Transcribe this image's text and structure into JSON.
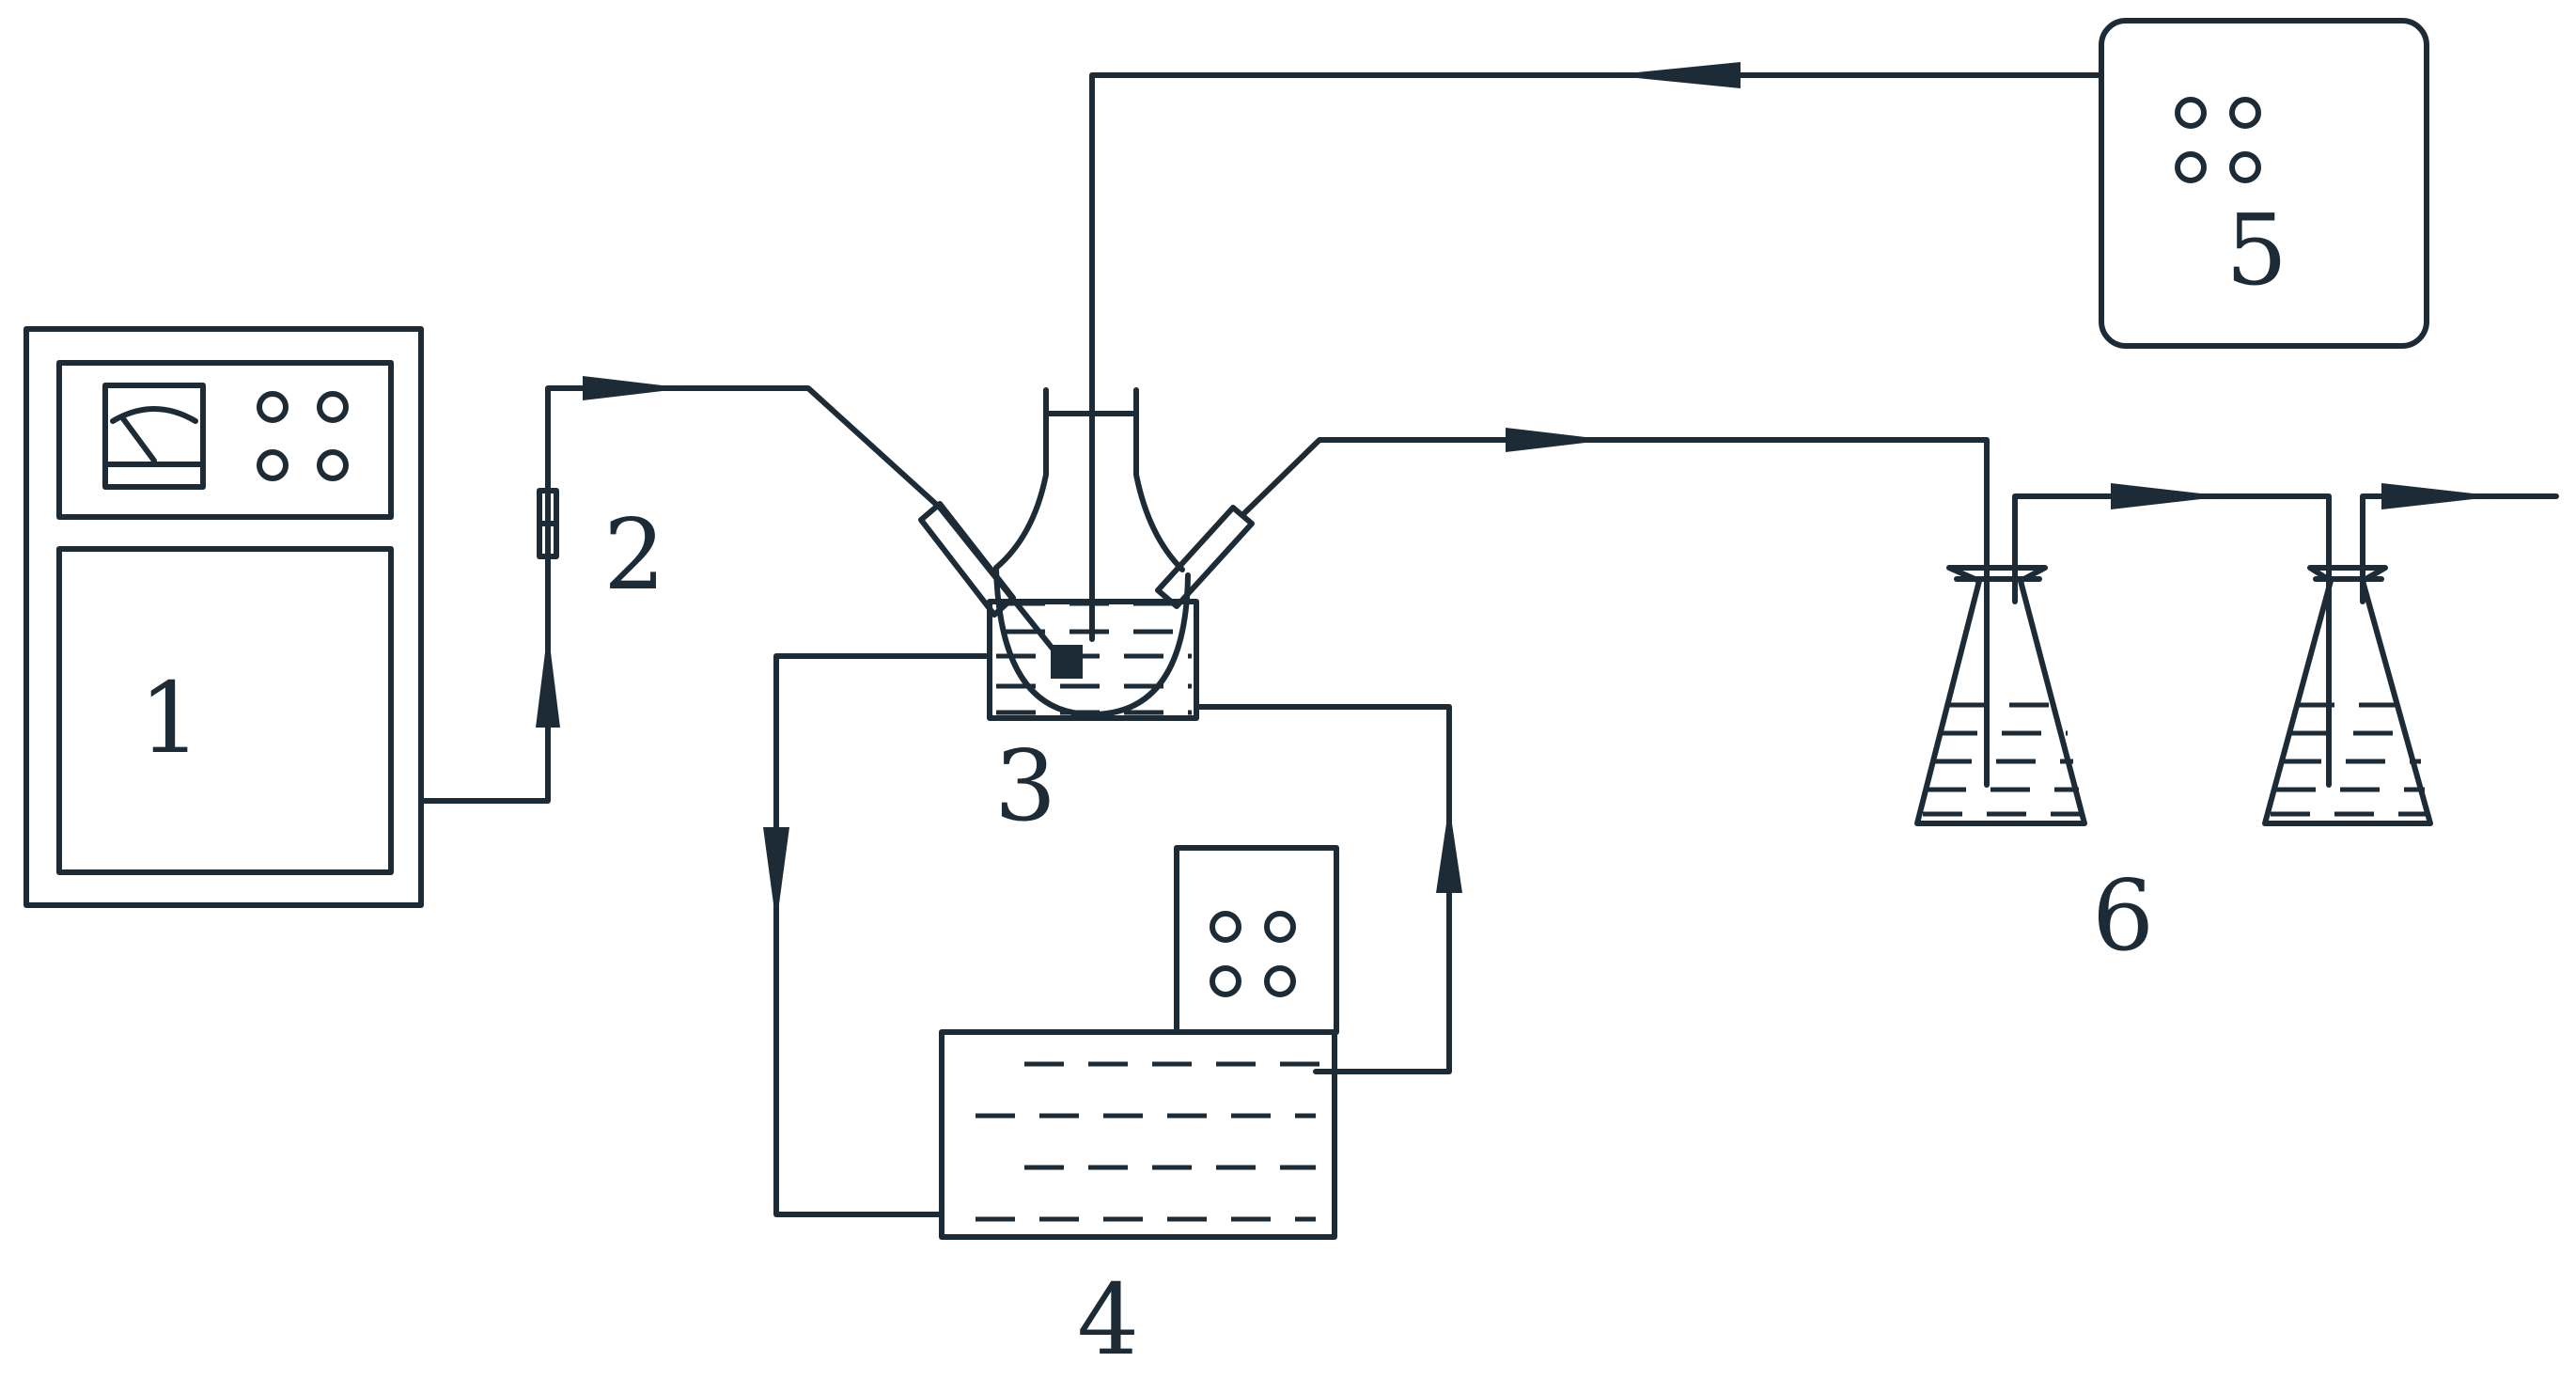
{
  "diagram": {
    "labels": {
      "item1": "1",
      "item2": "2",
      "item3": "3",
      "item4": "4",
      "item5": "5",
      "item6": "6"
    },
    "colors": {
      "line": "#1c2b36",
      "background": "#ffffff"
    }
  }
}
